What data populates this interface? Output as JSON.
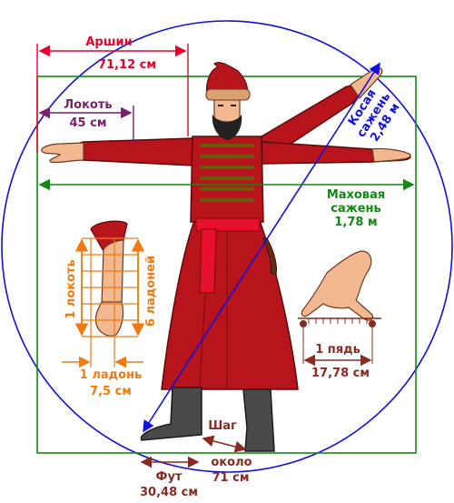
{
  "colors": {
    "red": "#e8002a",
    "purple": "#7a1f6e",
    "blue": "#1010e0",
    "green": "#108a10",
    "orange": "#f07a10",
    "brown": "#8a2a20",
    "coat": "#b8141c",
    "boot": "#4a4a4a"
  },
  "labels": {
    "arshin": "Аршин",
    "arshin_value": "71,12 см",
    "lokot": "Локоть",
    "lokot_value": "45 см",
    "kosaya_1": "Косая",
    "kosaya_2": "сажень",
    "kosaya_value": "2,48 м",
    "makhovaya_1": "Маховая",
    "makhovaya_2": "сажень",
    "makhovaya_value": "1,78 м",
    "one_lokot": "1 локоть",
    "six_ladoney": "6 ладоней",
    "one_ladon": "1 ладонь",
    "ladon_value": "7,5 см",
    "one_pyad": "1 пядь",
    "pyad_value": "17,78 см",
    "shag": "Шаг",
    "shag_2": "около",
    "shag_value": "71 см",
    "fut": "Фут",
    "fut_value": "30,48 см"
  }
}
